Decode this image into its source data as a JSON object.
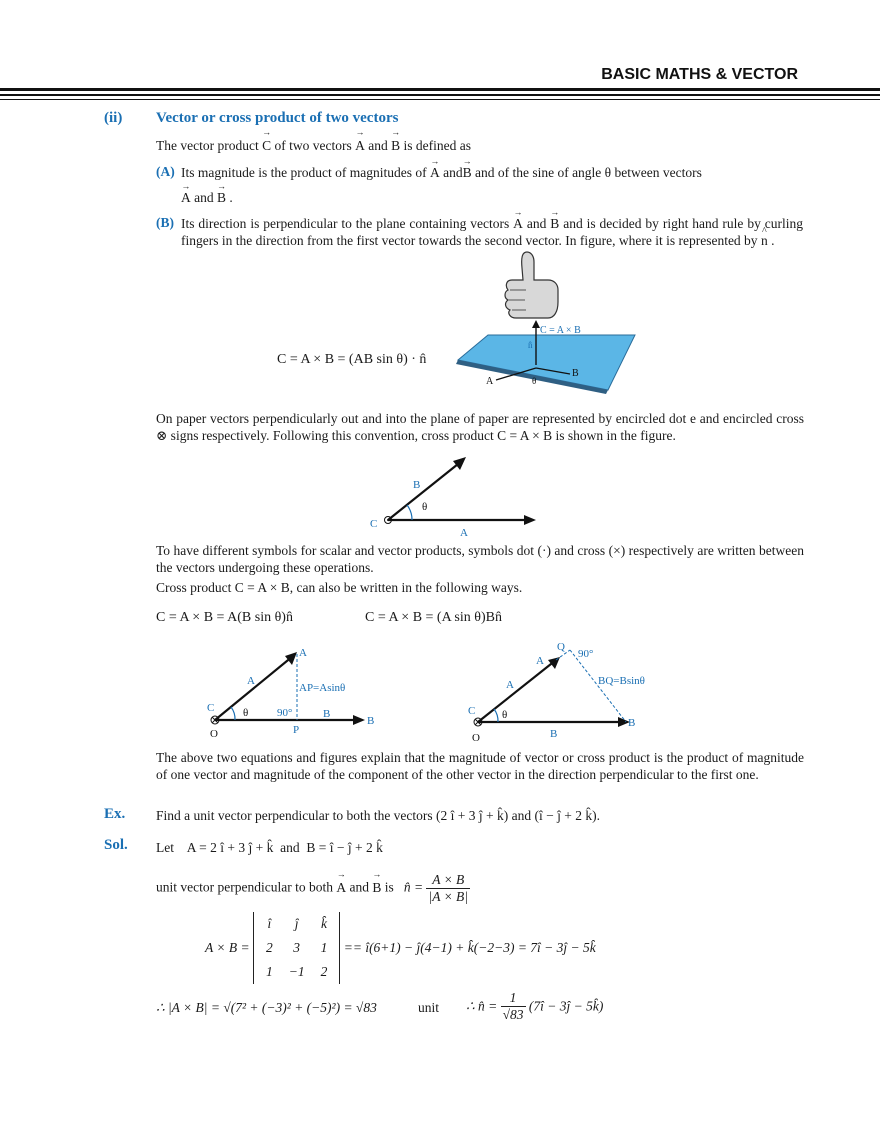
{
  "header": {
    "title": "BASIC MATHS & VECTOR"
  },
  "section": {
    "number": "(ii)",
    "title": "Vector or cross product of two vectors",
    "intro_a": "The vector product",
    "intro_b": "of two vectors",
    "intro_c": "and",
    "intro_d": "is defined as",
    "point_a_label": "(A)",
    "point_a_text_1": "Its magnitude is the product of magnitudes of",
    "point_a_text_2": "and",
    "point_a_text_3": "and of the sine of angle θ  between vectors",
    "point_a_text_4": "and",
    "point_b_label": "(B)",
    "point_b_text_1": "Its direction is perpendicular to the plane containing vectors",
    "point_b_text_2": "and",
    "point_b_text_3": "and is decided by right hand rule by curling fingers in the direction from the first vector towards the second vector. In figure, where it is represented by",
    "main_eq": "C = A × B = (AB sin θ) · n̂",
    "figure1": {
      "label_c": "C = A × B",
      "label_n": "n̂",
      "label_a": "A",
      "label_b": "B",
      "label_theta": "θ"
    },
    "paper_text_1": "On paper vectors perpendicularly out and into the plane of paper are represented by encircled dot",
    "paper_text_dot": "e",
    "paper_text_2": "and encircled cross ⊗ signs respectively. Following this convention, cross product",
    "paper_eq": "C = A × B",
    "paper_text_3": "is shown in the figure.",
    "figure2": {
      "label_b": "B",
      "label_a": "A",
      "label_c": "C",
      "label_theta": "θ"
    },
    "symbols_text": "To have different symbols for scalar and vector products, symbols dot (·) and cross (×) respectively are written between the vectors undergoing these operations.",
    "cross_text_1": "Cross product",
    "cross_eq": "C = A × B",
    "cross_text_2": ", can also be written in the following ways.",
    "eq_left": "C = A × B = A(B sin θ)n̂",
    "eq_right": "C = A × B = (A sin θ)Bn̂",
    "figure3": {
      "label_a_vec": "A",
      "label_a_pt": "A",
      "label_ap": "AP=Asinθ",
      "label_theta": "θ",
      "label_90": "90°",
      "label_b_vec": "B",
      "label_b_pt": "B",
      "label_c": "C",
      "label_o": "O",
      "label_p": "P"
    },
    "figure4": {
      "label_q": "Q",
      "label_90": "90°",
      "label_a_pt": "A",
      "label_a_vec": "A",
      "label_bq": "BQ=Bsinθ",
      "label_c": "C",
      "label_theta": "θ",
      "label_b_pt": "B",
      "label_o": "O",
      "label_b_vec": "B"
    },
    "explain_text": "The above two equations and figures explain that the magnitude of vector or cross product is the product of magnitude of one vector and magnitude of the component of the other vector in the direction perpendicular to the first one."
  },
  "example": {
    "label": "Ex.",
    "text": "Find a unit vector perpendicular to both the vectors",
    "v1": "(2 î + 3 ĵ + k̂)",
    "and": "and",
    "v2": "(î − ĵ + 2 k̂).",
    "sol_label": "Sol.",
    "let": "Let",
    "a_def": "A = 2 î + 3 ĵ + k̂",
    "b_def": "B = î − ĵ + 2 k̂",
    "unit_text_1": "unit vector perpendicular to both",
    "unit_text_2": "and",
    "unit_text_3": "is",
    "n_hat": "n̂ =",
    "n_num": "A × B",
    "n_den": "|A × B|",
    "det_lhs": "A × B =",
    "det_row1": [
      "î",
      "ĵ",
      "k̂"
    ],
    "det_row2": [
      "2",
      "3",
      "1"
    ],
    "det_row3": [
      "1",
      "−1",
      "2"
    ],
    "det_rhs": "== î(6+1) − ĵ(4−1) + k̂(−2−3) =  7î − 3ĵ − 5k̂",
    "mag_line": "∴  |A × B| = √(7² + (−3)² + (−5)²) = √83",
    "unit_label": "unit",
    "final_lhs": "∴  n̂ =",
    "final_num": "1",
    "final_den": "√83",
    "final_rhs": "(7î − 3ĵ − 5k̂)"
  }
}
